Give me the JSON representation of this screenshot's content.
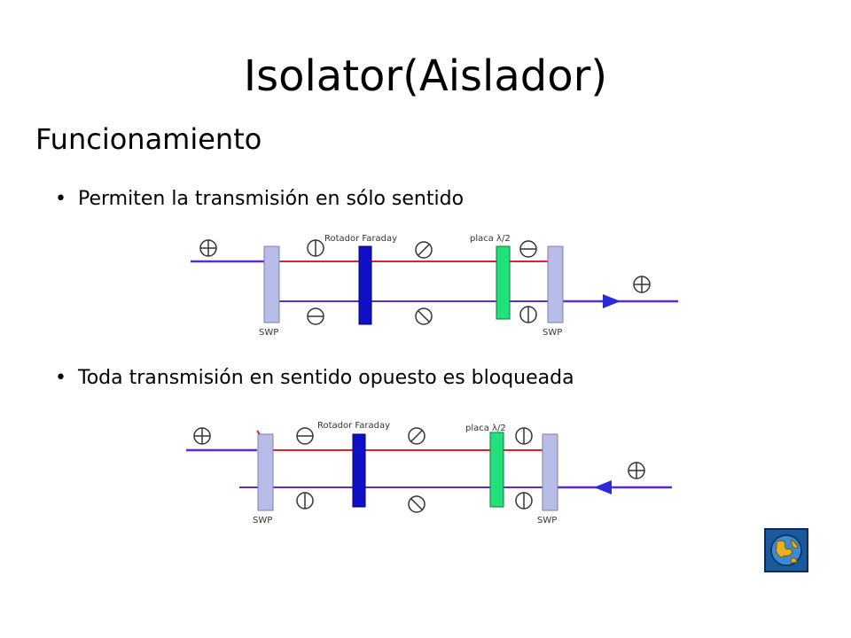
{
  "slide": {
    "title": "Isolator(Aislador)",
    "subtitle": "Funcionamiento",
    "bullets": [
      "Permiten la transmisión en sólo sentido",
      "Toda transmisión en sentido opuesto es bloqueada"
    ]
  },
  "diagram_top": {
    "rotator_label": "Rotador Faraday",
    "plate_label": "placa λ/2",
    "swp_left_label": "SWP",
    "swp_right_label": "SWP"
  },
  "diagram_bottom": {
    "rotator_label": "Rotador Faraday",
    "plate_label": "placa λ/2",
    "swp_left_label": "SWP",
    "swp_right_label": "SWP"
  },
  "colors": {
    "beam_purple": "#5a2bd6",
    "beam_red": "#e0202a",
    "swp_fill": "#b8bde8",
    "rotator_fill": "#1010c8",
    "plate_fill": "#22e07a"
  },
  "icons": {
    "footer": "globe-icon"
  }
}
